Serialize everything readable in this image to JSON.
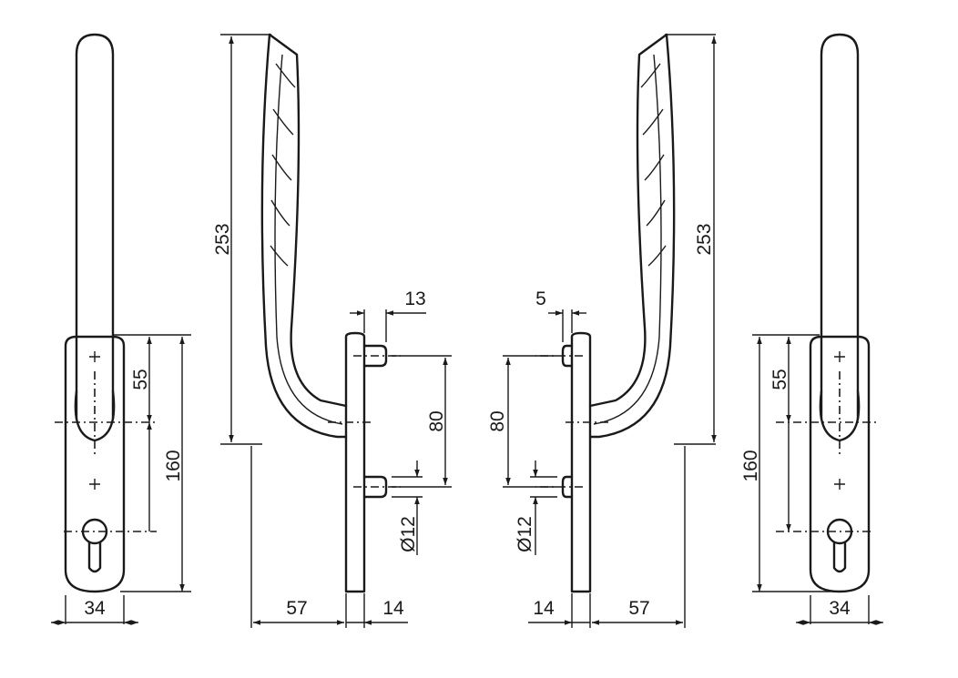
{
  "dimensions": {
    "handle_length": "253",
    "plate_length": "160",
    "spindle_offset": "55",
    "plate_width": "34",
    "projection": "57",
    "plate_thickness": "14",
    "bolt_spacing": "80",
    "bolt_diameter": "Ø12",
    "bolt_length_right": "13",
    "bolt_length_left": "5"
  },
  "colors": {
    "line": "#1a1a1a",
    "background": "#ffffff"
  }
}
